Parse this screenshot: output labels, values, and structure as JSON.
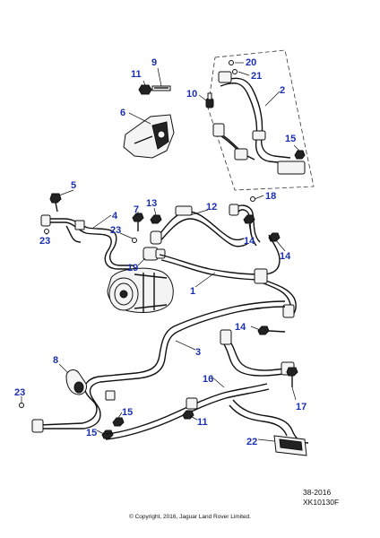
{
  "callouts": [
    {
      "id": "c9",
      "label": "9"
    },
    {
      "id": "c11a",
      "label": "11"
    },
    {
      "id": "c10",
      "label": "10"
    },
    {
      "id": "c6",
      "label": "6"
    },
    {
      "id": "c20",
      "label": "20"
    },
    {
      "id": "c21",
      "label": "21"
    },
    {
      "id": "c2",
      "label": "2"
    },
    {
      "id": "c15a",
      "label": "15"
    },
    {
      "id": "c5",
      "label": "5"
    },
    {
      "id": "c4",
      "label": "4"
    },
    {
      "id": "c7",
      "label": "7"
    },
    {
      "id": "c13",
      "label": "13"
    },
    {
      "id": "c12",
      "label": "12"
    },
    {
      "id": "c18",
      "label": "18"
    },
    {
      "id": "c23a",
      "label": "23"
    },
    {
      "id": "c23b",
      "label": "23"
    },
    {
      "id": "c14a",
      "label": "14"
    },
    {
      "id": "c14b",
      "label": "14"
    },
    {
      "id": "c19",
      "label": "19"
    },
    {
      "id": "c1",
      "label": "1"
    },
    {
      "id": "c14c",
      "label": "14"
    },
    {
      "id": "c3",
      "label": "3"
    },
    {
      "id": "c8",
      "label": "8"
    },
    {
      "id": "c16",
      "label": "16"
    },
    {
      "id": "c17",
      "label": "17"
    },
    {
      "id": "c23c",
      "label": "23"
    },
    {
      "id": "c15b",
      "label": "15"
    },
    {
      "id": "c11b",
      "label": "11"
    },
    {
      "id": "c15c",
      "label": "15"
    },
    {
      "id": "c22",
      "label": "22"
    }
  ],
  "reference": {
    "line1": "38-2016",
    "line2": "XK10130F"
  },
  "copyright": "© Copyright, 2016, Jaguar Land Rover Limited.",
  "colors": {
    "callout": "#1a2fb0",
    "line": "#111111"
  }
}
